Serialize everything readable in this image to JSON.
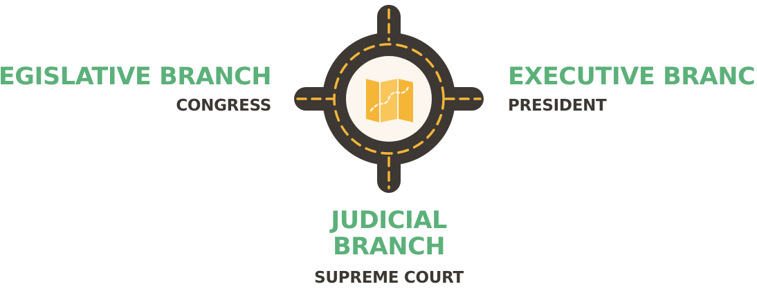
{
  "branches": {
    "legislative": {
      "title": "LEGISLATIVE BRANCH",
      "subtitle": "CONGRESS"
    },
    "executive": {
      "title": "EXECUTIVE BRANCH",
      "subtitle": "PRESIDENT"
    },
    "judicial": {
      "title_line1": "JUDICIAL",
      "title_line2": "BRANCH",
      "subtitle": "SUPREME COURT"
    }
  },
  "icons": {
    "center": "map-icon",
    "hub": "roundabout-road-icon"
  },
  "colors": {
    "title": "#5cb07a",
    "subtitle": "#3d3833",
    "road": "#3d3833",
    "lane_marking": "#f5b638",
    "center_fill": "#fdf6ee",
    "map": "#f5b638"
  }
}
